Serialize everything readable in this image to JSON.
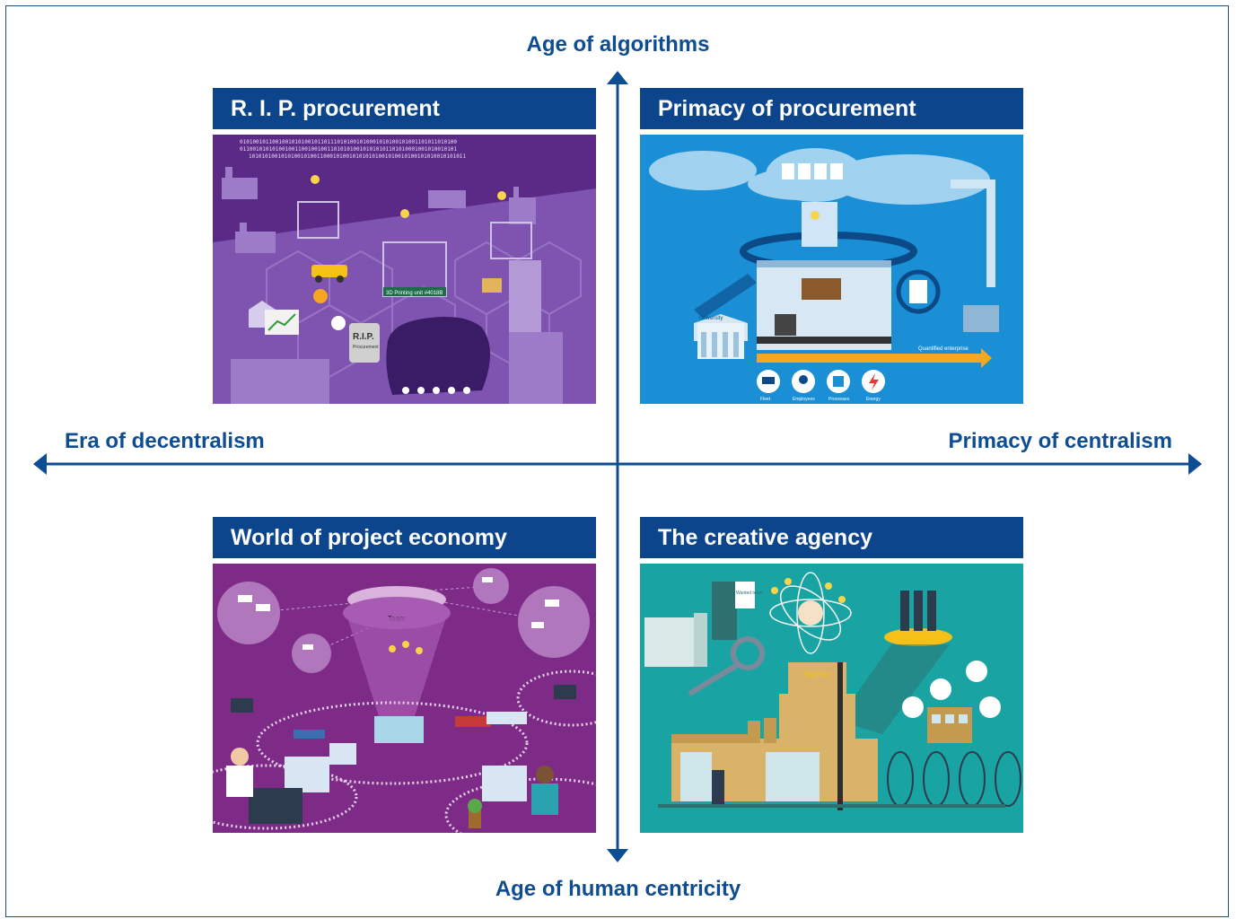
{
  "axes": {
    "top": "Age of algorithms",
    "bottom": "Age of human centricity",
    "left": "Era of decentralism",
    "right": "Primacy of centralism"
  },
  "quadrants": {
    "top_left": {
      "title": "R. I. P. procurement",
      "tombstone": "R.I.P.",
      "tombstone_sub": "Procurement",
      "printer": "3D Printing unit #4018B",
      "palette": [
        "#5b2a86",
        "#7f54b0",
        "#9c7cc8"
      ]
    },
    "top_right": {
      "title": "Primacy of procurement",
      "university": "University",
      "enterprise": "Quantified enterprise",
      "icons": [
        "Fleet",
        "Employees",
        "Processes",
        "Energy"
      ],
      "palette": [
        "#1a8fd6",
        "#b9def4",
        "#f5a623"
      ]
    },
    "bottom_left": {
      "title": "World of project economy",
      "team": "Team",
      "palette": [
        "#7d2b86",
        "#a85bb2",
        "#c99bd1"
      ]
    },
    "bottom_right": {
      "title": "The creative agency",
      "agency": "Agency",
      "wanted": "Wanted team",
      "palette": [
        "#1aa3a3",
        "#d9b36a",
        "#2e6f6f"
      ]
    }
  },
  "colors": {
    "accent": "#0f4d92",
    "title_bar": "#0d458c",
    "frame": "#1a4d86"
  }
}
